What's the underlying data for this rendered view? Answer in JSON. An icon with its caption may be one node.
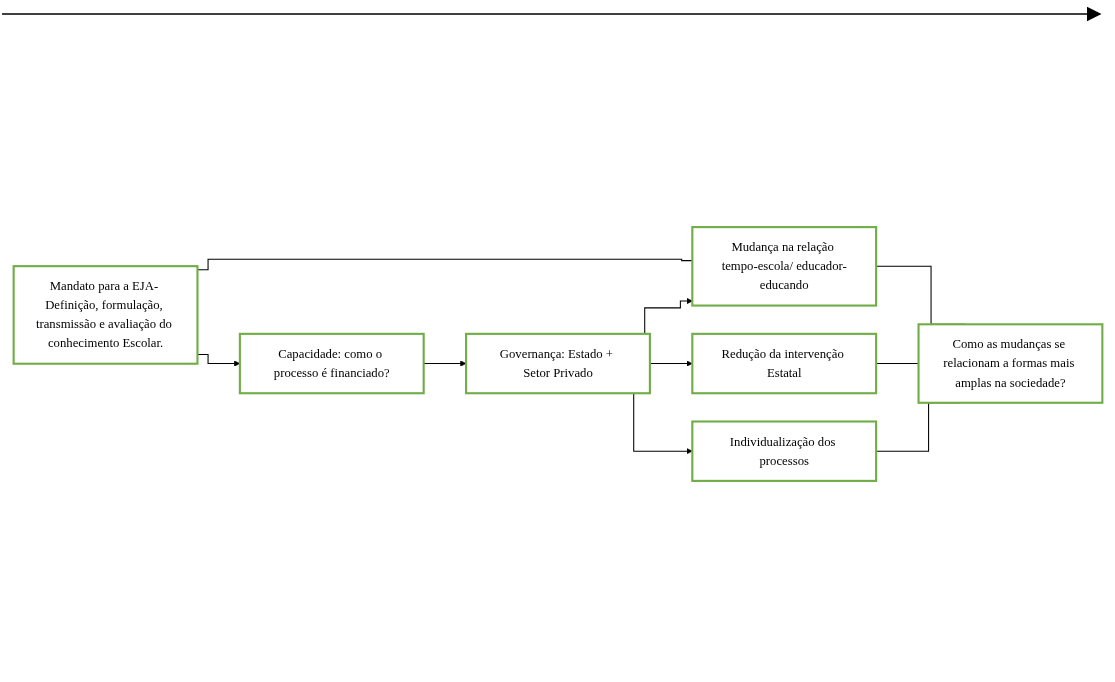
{
  "diagram": {
    "nodes": [
      {
        "text": [
          "Mandato para a EJA- Definição, formulação, transmissão e avaliação do conhecimento Escolar."
        ]
      },
      {
        "text": [
          "Capacidade: como o processo é financiado?"
        ]
      },
      {
        "text": [
          "Governança: Estado + Setor Privado"
        ]
      },
      {
        "text": [
          "Mudança na relação tempo-escola/ educador-educando"
        ]
      },
      {
        "text": [
          "Redução da intervenção Estatal"
        ]
      },
      {
        "text": [
          "Individualização dos processos"
        ]
      },
      {
        "text": [
          "Como as mudanças se relacionam a formas mais amplas na sociedade?"
        ]
      }
    ],
    "edges": [
      {
        "from": 0,
        "to": 1,
        "arrow": "to"
      },
      {
        "from": 1,
        "to": 2,
        "arrow": "to"
      },
      {
        "from": 0,
        "to": 3,
        "arrow": "none"
      },
      {
        "from": 2,
        "to": 3,
        "arrow": "to"
      },
      {
        "from": 2,
        "to": 4,
        "arrow": "to"
      },
      {
        "from": 2,
        "to": 5,
        "arrow": "to"
      },
      {
        "from": 3,
        "to": 6,
        "arrow": "none"
      },
      {
        "from": 4,
        "to": 6,
        "arrow": "none"
      },
      {
        "from": 5,
        "to": 6,
        "arrow": "none"
      }
    ]
  }
}
